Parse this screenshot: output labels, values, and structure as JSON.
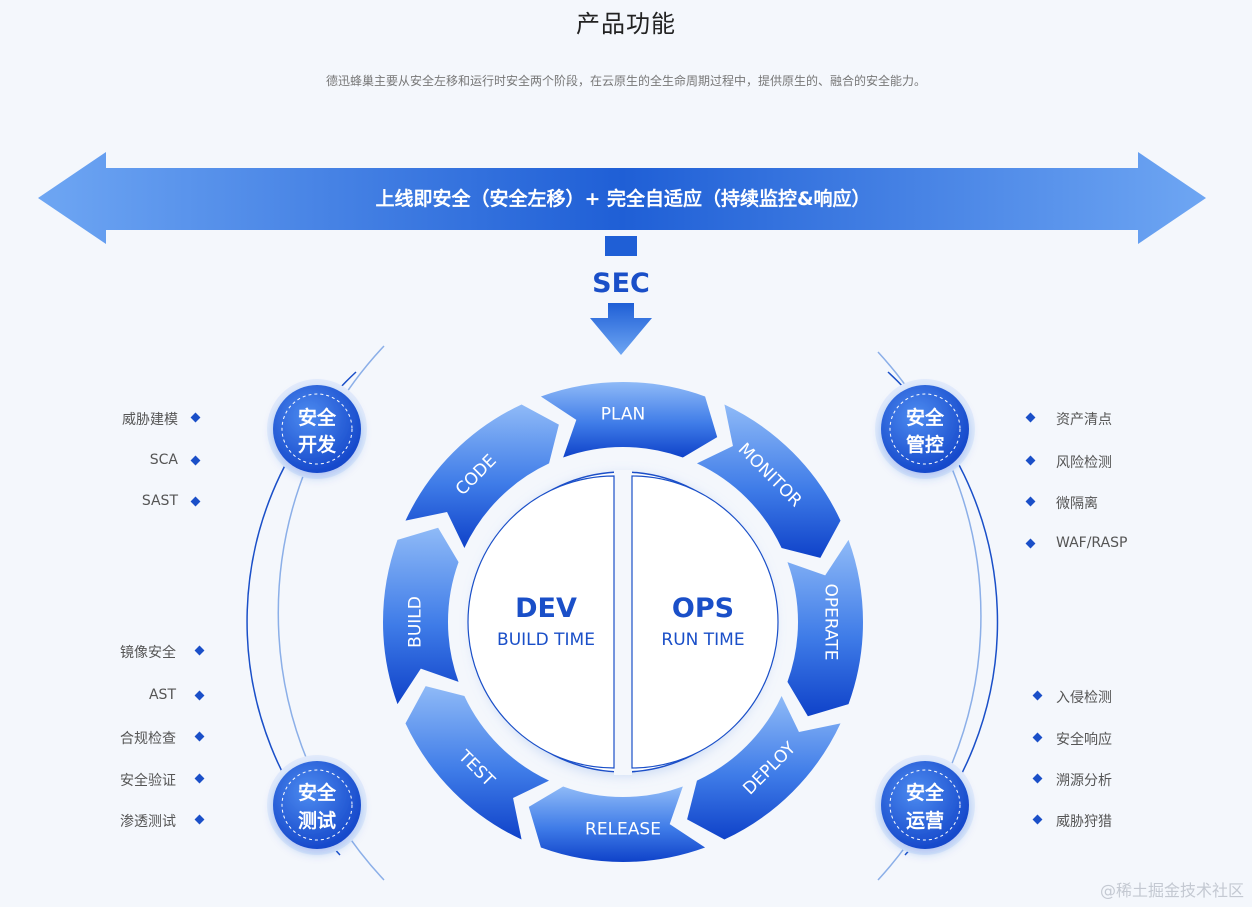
{
  "header": {
    "title": "产品功能",
    "subtitle": "德迅蜂巢主要从安全左移和运行时安全两个阶段，在云原生的全生命周期过程中，提供原生的、融合的安全能力。"
  },
  "banner": {
    "text": "上线即安全（安全左移）+ 完全自适应（持续监控&响应）",
    "sec_label": "SEC"
  },
  "cycle": {
    "stages": [
      "PLAN",
      "MONITOR",
      "OPERATE",
      "DEPLOY",
      "RELEASE",
      "TEST",
      "BUILD",
      "CODE"
    ],
    "dev_title": "DEV",
    "dev_sub": "BUILD TIME",
    "ops_title": "OPS",
    "ops_sub": "RUN TIME"
  },
  "groups": {
    "dev": {
      "line1": "安全",
      "line2": "开发",
      "items": [
        "威胁建模",
        "SCA",
        "SAST"
      ]
    },
    "test": {
      "line1": "安全",
      "line2": "测试",
      "items": [
        "镜像安全",
        "AST",
        "合规检查",
        "安全验证",
        "渗透测试"
      ]
    },
    "control": {
      "line1": "安全",
      "line2": "管控",
      "items": [
        "资产清点",
        "风险检测",
        "微隔离",
        "WAF/RASP"
      ]
    },
    "ops": {
      "line1": "安全",
      "line2": "运营",
      "items": [
        "入侵检测",
        "安全响应",
        "溯源分析",
        "威胁狩猎"
      ]
    }
  },
  "watermark": "@稀土掘金技术社区",
  "colors": {
    "accent": "#1a56db",
    "light": "#7fb0f5"
  }
}
